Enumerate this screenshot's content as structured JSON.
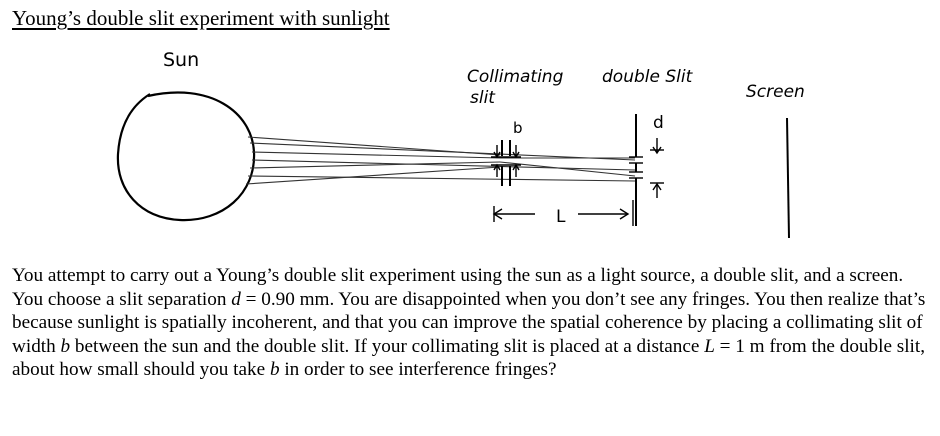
{
  "title": "Young’s double slit experiment with sunlight",
  "diagram": {
    "sun_label": "Sun",
    "collimating_label_line1": "Collimating",
    "collimating_label_line2": "slit",
    "double_slit_label": "double Slit",
    "screen_label": "Screen",
    "b_label": "b",
    "d_label": "d",
    "L_label": "L"
  },
  "problem": {
    "s1": "You attempt to carry out a Young’s double slit experiment using the sun as a light source, a double slit, and a screen. You choose a slit separation ",
    "d_var": "d",
    "d_value": " = 0.90 mm",
    "s2": ". You are disappointed when you don’t see any fringes. You then realize that’s because sunlight is spatially incoherent, and that you can improve the spatial coherence by placing a collimating slit of width ",
    "b_var1": "b",
    "s3": " between the sun and the double slit. If your collimating slit is placed at a distance ",
    "L_var": "L",
    "L_value": " = 1 m",
    "s4": "  from the double slit, about how small should you take ",
    "b_var2": "b",
    "s5": " in order to see interference fringes?"
  }
}
